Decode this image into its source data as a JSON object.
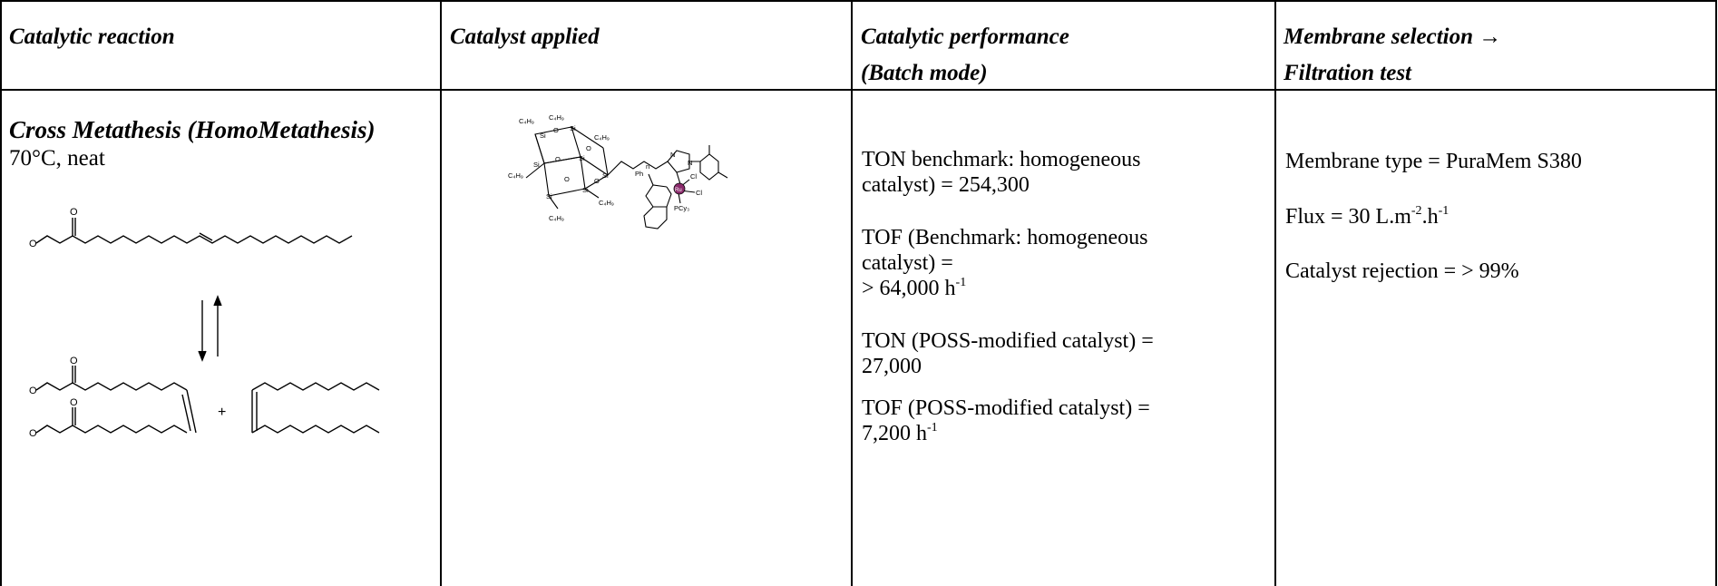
{
  "table": {
    "headers": [
      {
        "line1": "Catalytic reaction",
        "line2": ""
      },
      {
        "line1": "Catalyst applied",
        "line2": ""
      },
      {
        "line1": "Catalytic performance",
        "line2": "(Batch mode)"
      },
      {
        "line1": "Membrane selection →",
        "line2": "Filtration test"
      }
    ],
    "reaction": {
      "title": "Cross Metathesis (HomoMetathesis)",
      "conditions": "70°C, neat",
      "plus": "+"
    },
    "catalyst": {
      "atom_labels": {
        "butyl": "C₄H₉",
        "si": "Si",
        "o": "O",
        "n": "N",
        "ph": "Ph",
        "cl": "Cl",
        "ru": "Ru",
        "pcy3": "PCy₃",
        "sub_n": "n"
      }
    },
    "performance": [
      {
        "lines": [
          "TON benchmark: homogeneous",
          "catalyst) = 254,300"
        ]
      },
      {
        "lines": [
          "TOF (Benchmark: homogeneous",
          "catalyst) =",
          "> 64,000 h"
        ],
        "sup": "-1"
      },
      {
        "lines": [
          "TON (POSS-modified catalyst) =",
          "27,000"
        ]
      },
      {
        "lines": [
          "TOF (POSS-modified catalyst) =",
          "7,200 h"
        ],
        "sup": "-1"
      }
    ],
    "membrane": {
      "type_text": "Membrane type = PuraMem S380",
      "flux_text": "Flux = 30 L.m",
      "flux_sup1": "-2",
      "flux_mid": ".h",
      "flux_sup2": "-1",
      "rejection_text": "Catalyst rejection = > 99%"
    }
  }
}
